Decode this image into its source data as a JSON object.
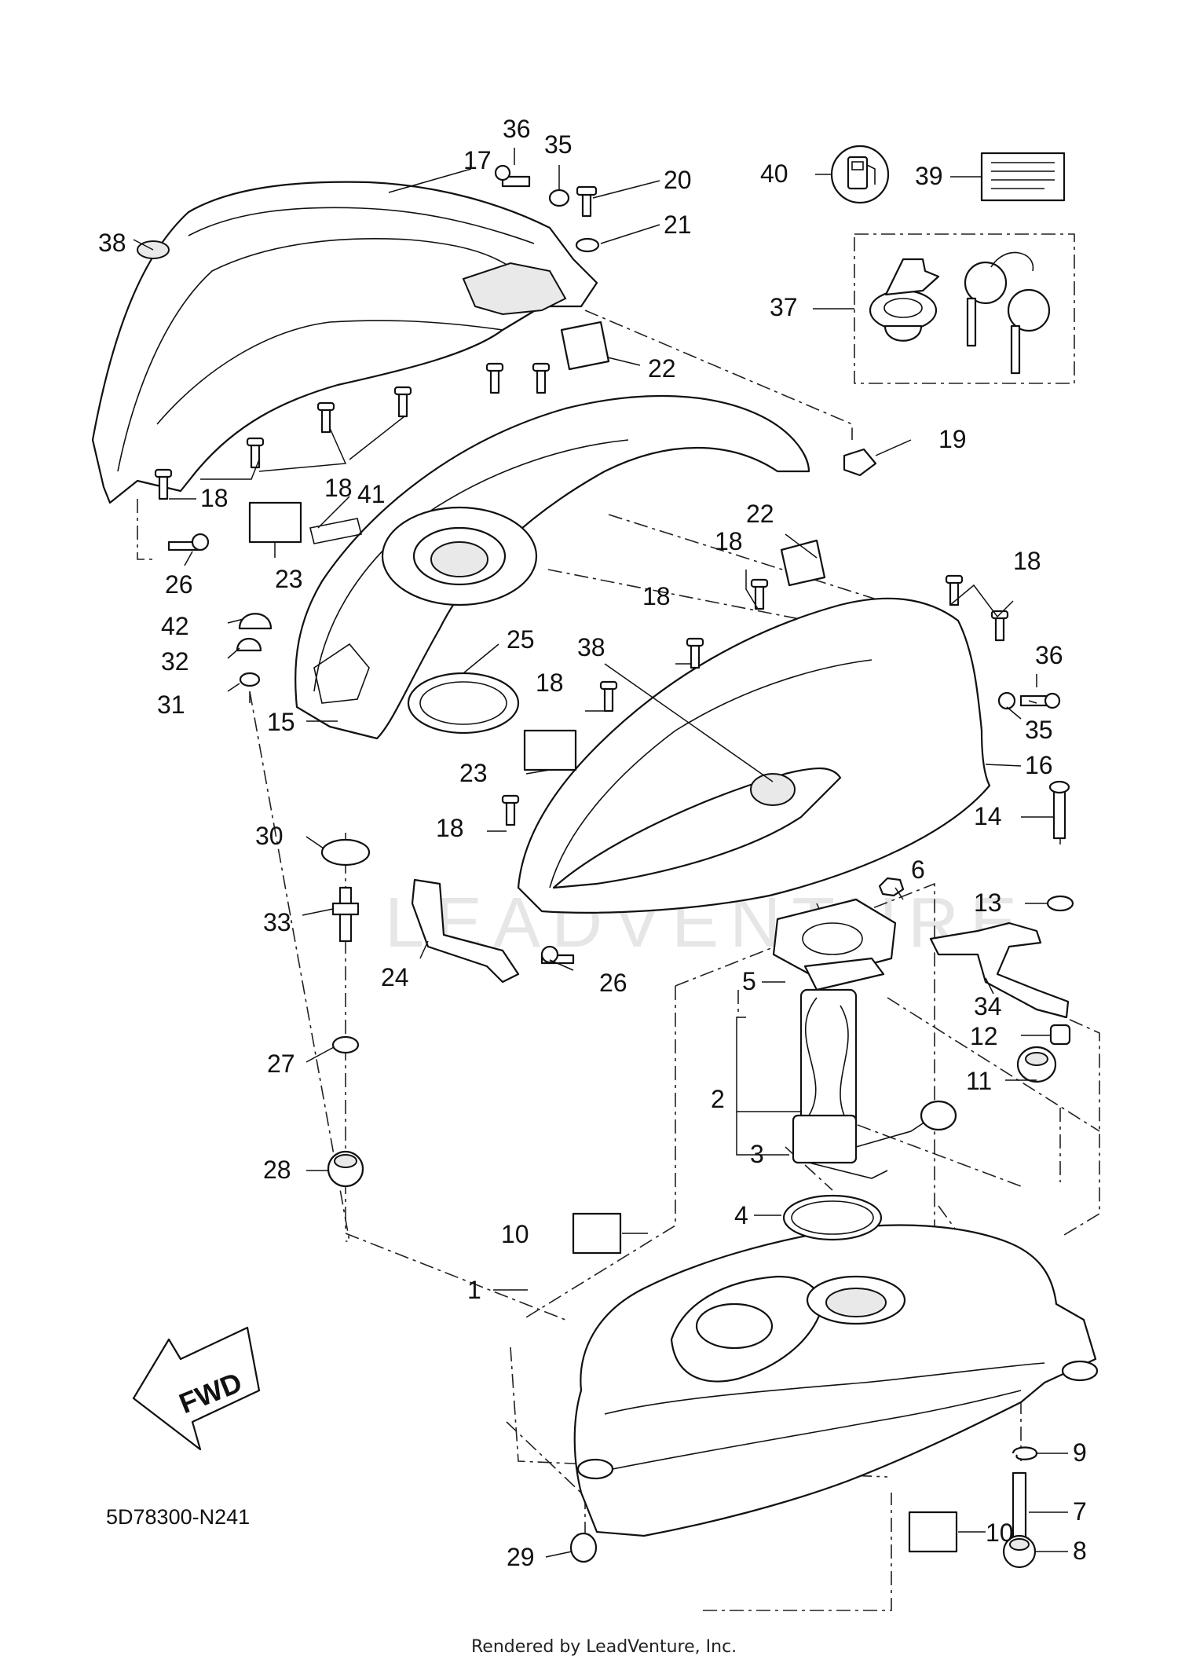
{
  "diagram": {
    "code": "5D78300-N241",
    "footer": "Rendered by LeadVenture, Inc.",
    "watermark": "LEADVENTURE",
    "fwd_label": "FWD",
    "callouts": [
      {
        "id": "c1",
        "text": "1"
      },
      {
        "id": "c2",
        "text": "2"
      },
      {
        "id": "c3",
        "text": "3"
      },
      {
        "id": "c4",
        "text": "4"
      },
      {
        "id": "c5",
        "text": "5"
      },
      {
        "id": "c6",
        "text": "6"
      },
      {
        "id": "c7",
        "text": "7"
      },
      {
        "id": "c8",
        "text": "8"
      },
      {
        "id": "c9",
        "text": "9"
      },
      {
        "id": "c10a",
        "text": "10"
      },
      {
        "id": "c10b",
        "text": "10"
      },
      {
        "id": "c11",
        "text": "11"
      },
      {
        "id": "c12",
        "text": "12"
      },
      {
        "id": "c13",
        "text": "13"
      },
      {
        "id": "c14",
        "text": "14"
      },
      {
        "id": "c15",
        "text": "15"
      },
      {
        "id": "c16",
        "text": "16"
      },
      {
        "id": "c17",
        "text": "17"
      },
      {
        "id": "c18a",
        "text": "18"
      },
      {
        "id": "c18b",
        "text": "18"
      },
      {
        "id": "c18c",
        "text": "18"
      },
      {
        "id": "c18d",
        "text": "18"
      },
      {
        "id": "c18e",
        "text": "18"
      },
      {
        "id": "c18f",
        "text": "18"
      },
      {
        "id": "c18g",
        "text": "18"
      },
      {
        "id": "c19",
        "text": "19"
      },
      {
        "id": "c20",
        "text": "20"
      },
      {
        "id": "c21",
        "text": "21"
      },
      {
        "id": "c22a",
        "text": "22"
      },
      {
        "id": "c22b",
        "text": "22"
      },
      {
        "id": "c23a",
        "text": "23"
      },
      {
        "id": "c23b",
        "text": "23"
      },
      {
        "id": "c24",
        "text": "24"
      },
      {
        "id": "c25",
        "text": "25"
      },
      {
        "id": "c26a",
        "text": "26"
      },
      {
        "id": "c26b",
        "text": "26"
      },
      {
        "id": "c27",
        "text": "27"
      },
      {
        "id": "c28",
        "text": "28"
      },
      {
        "id": "c29",
        "text": "29"
      },
      {
        "id": "c30",
        "text": "30"
      },
      {
        "id": "c31",
        "text": "31"
      },
      {
        "id": "c32",
        "text": "32"
      },
      {
        "id": "c33",
        "text": "33"
      },
      {
        "id": "c34",
        "text": "34"
      },
      {
        "id": "c35a",
        "text": "35"
      },
      {
        "id": "c35b",
        "text": "35"
      },
      {
        "id": "c36a",
        "text": "36"
      },
      {
        "id": "c36b",
        "text": "36"
      },
      {
        "id": "c37",
        "text": "37"
      },
      {
        "id": "c38a",
        "text": "38"
      },
      {
        "id": "c38b",
        "text": "38"
      },
      {
        "id": "c39",
        "text": "39"
      },
      {
        "id": "c40",
        "text": "40"
      },
      {
        "id": "c41",
        "text": "41"
      },
      {
        "id": "c42",
        "text": "42"
      }
    ]
  }
}
